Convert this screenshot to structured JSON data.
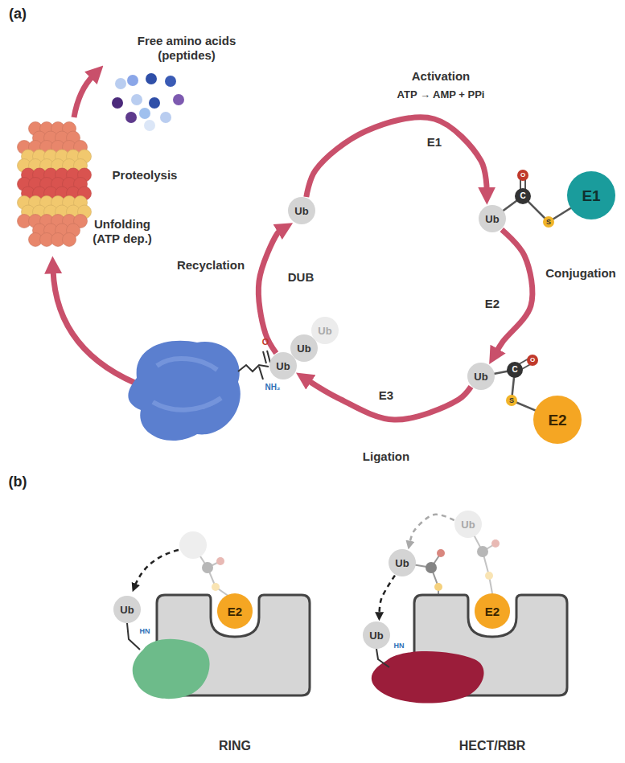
{
  "diagram": {
    "nodes": [
      {
        "text": [
          "Ub"
        ]
      },
      {
        "text": [
          "Ub"
        ]
      },
      {
        "text": [
          "E1"
        ]
      },
      {
        "text": [
          "Ub"
        ]
      },
      {
        "text": [
          "E2"
        ]
      },
      {
        "text": [
          "Ub"
        ]
      },
      {
        "text": [
          "Ub"
        ]
      },
      {
        "text": [
          "Ub"
        ]
      },
      {
        "text": [
          "E2"
        ]
      },
      {
        "text": [
          "Ub"
        ]
      },
      {
        "text": [
          "Ub"
        ]
      },
      {
        "text": [
          "Ub"
        ]
      },
      {
        "text": [
          "E2"
        ]
      },
      {
        "text": [
          "Ub"
        ]
      }
    ],
    "edges": [
      {
        "from": 0,
        "to": 1,
        "arrow": "to",
        "label": "E1"
      },
      {
        "from": 1,
        "to": 3,
        "arrow": "to",
        "label": "E2"
      },
      {
        "from": 3,
        "to": 5,
        "arrow": "to",
        "label": "E3"
      },
      {
        "from": 5,
        "to": 0,
        "arrow": "to",
        "label": "DUB"
      },
      {
        "from": 10,
        "to": 11,
        "arrow": "to"
      },
      {
        "from": 11,
        "to": 13,
        "arrow": "to"
      }
    ],
    "labels": [
      "(a)",
      "Free amino acids (peptides)",
      "Activation",
      "ATP → AMP + PPi",
      "Proteolysis",
      "C",
      "O",
      "S",
      "Recyclation",
      "Conjugation",
      "Unfolding (ATP dep.)",
      "O",
      "NH₂",
      "C",
      "O",
      "S",
      "Ligation",
      "(b)",
      "HN",
      "HN",
      "RING",
      "HECT/RBR"
    ]
  }
}
